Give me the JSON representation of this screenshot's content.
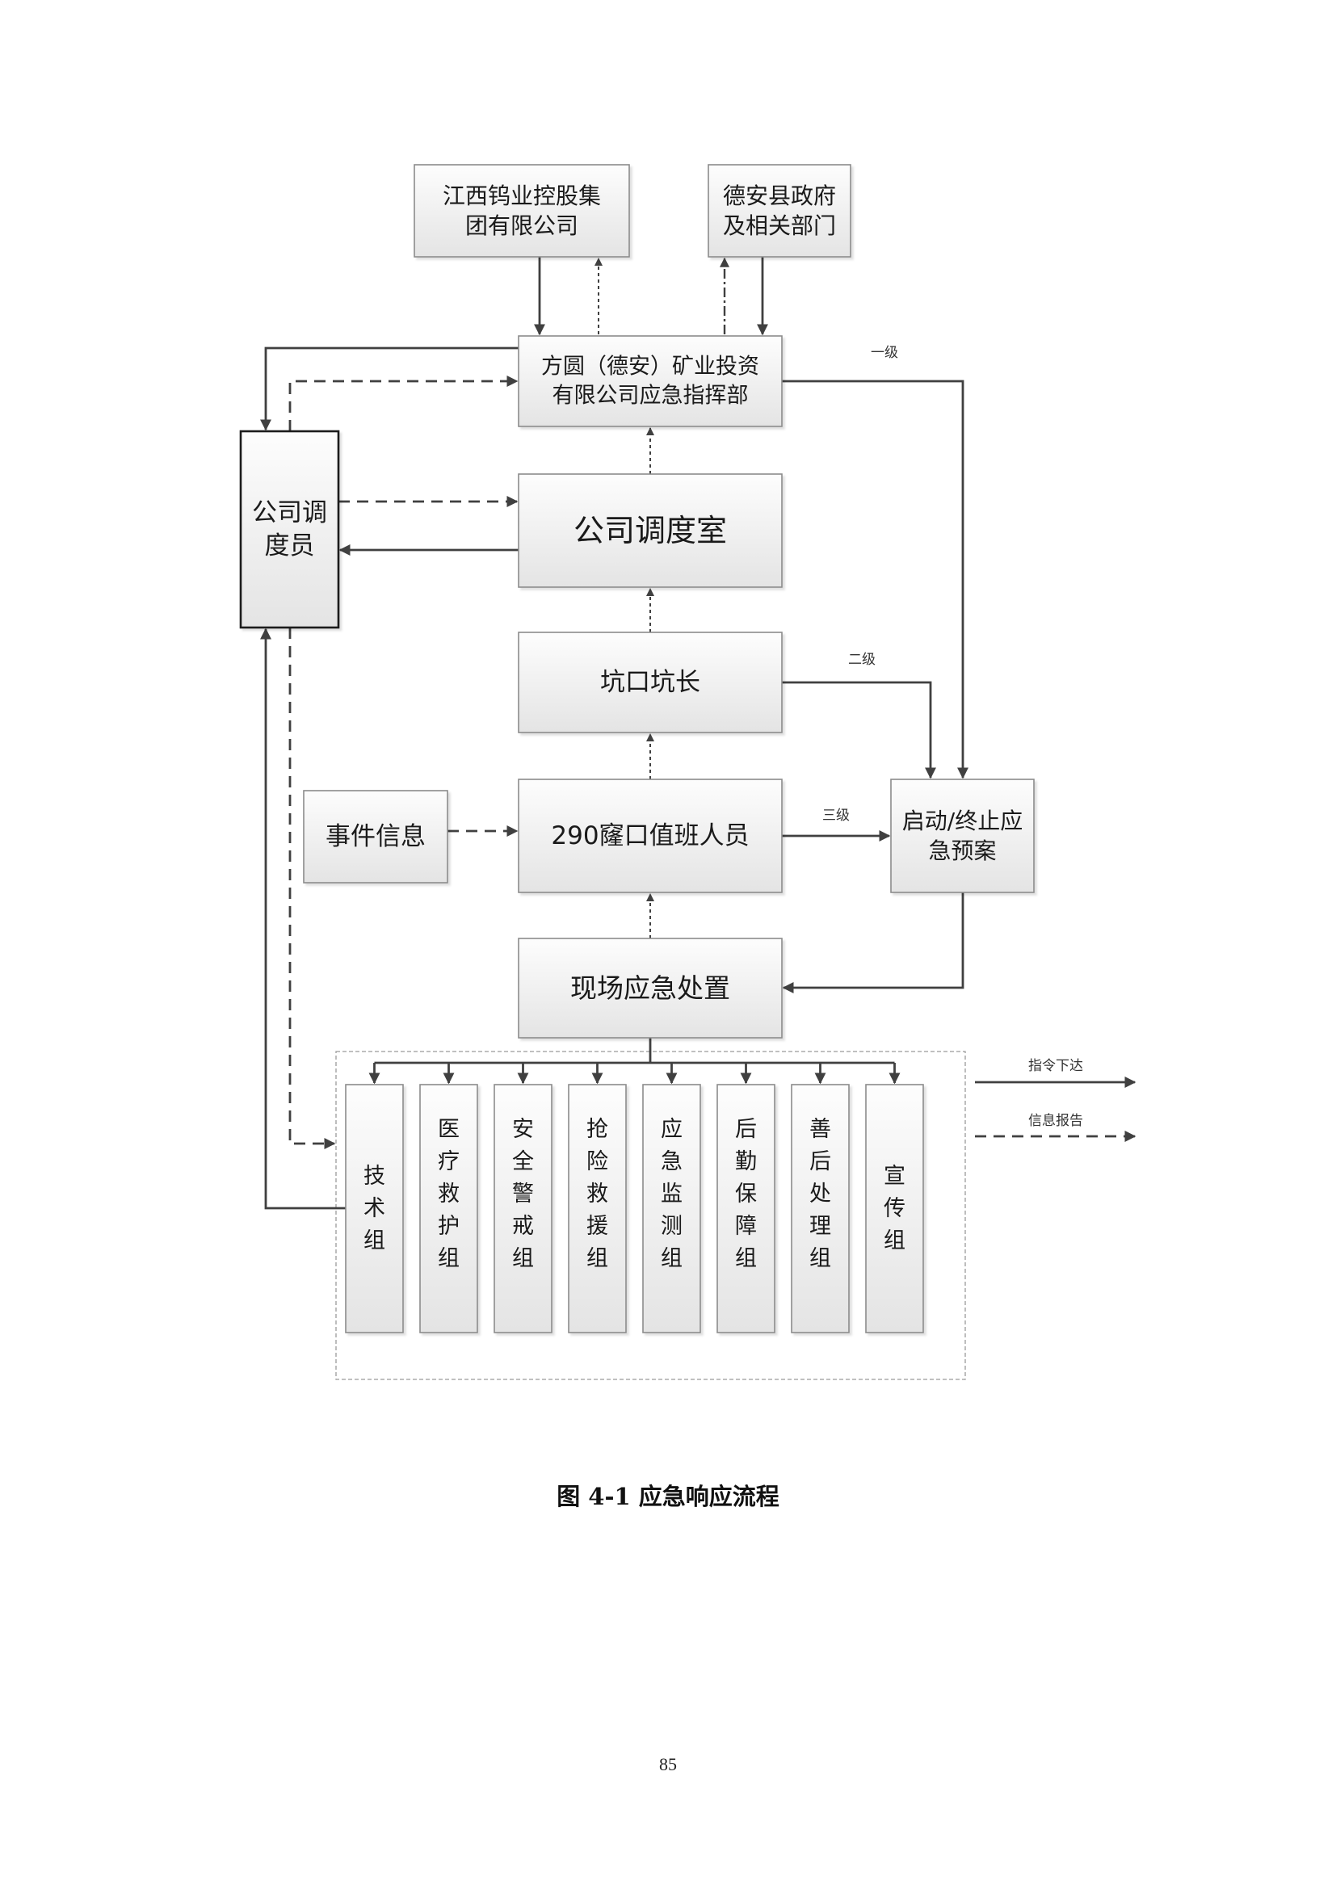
{
  "figure": {
    "caption": "图 4-1 应急响应流程",
    "page_number": "85"
  },
  "nodes": {
    "group_company": [
      "江西钨业控股集",
      "团有限公司"
    ],
    "county_gov": [
      "德安县政府",
      "及相关部门"
    ],
    "command_center": [
      "方圆（德安）矿业投资",
      "有限公司应急指挥部"
    ],
    "dispatcher": [
      "公司调",
      "度员"
    ],
    "dispatch_room": [
      "公司调度室"
    ],
    "pit_head": [
      "坑口坑长"
    ],
    "duty_staff": [
      "290窿口值班人员"
    ],
    "event_info": [
      "事件信息"
    ],
    "start_stop_plan": [
      "启动/终止应",
      "急预案"
    ],
    "onsite_response": [
      "现场应急处置"
    ]
  },
  "teams": [
    "技术组",
    "医疗救护组",
    "安全警戒组",
    "抢险救援组",
    "应急监测组",
    "后勤保障组",
    "善后处理组",
    "宣传组"
  ],
  "levels": {
    "level1": "一级",
    "level2": "二级",
    "level3": "三级"
  },
  "legend": {
    "solid": "指令下达",
    "dashed": "信息报告"
  },
  "colors": {
    "line": "#404040",
    "box_border": "#8c8c8c",
    "box_fill_top": "#fdfdfd",
    "box_fill_bottom": "#e6e6e6",
    "dispatcher_border": "#1a1a1a"
  }
}
